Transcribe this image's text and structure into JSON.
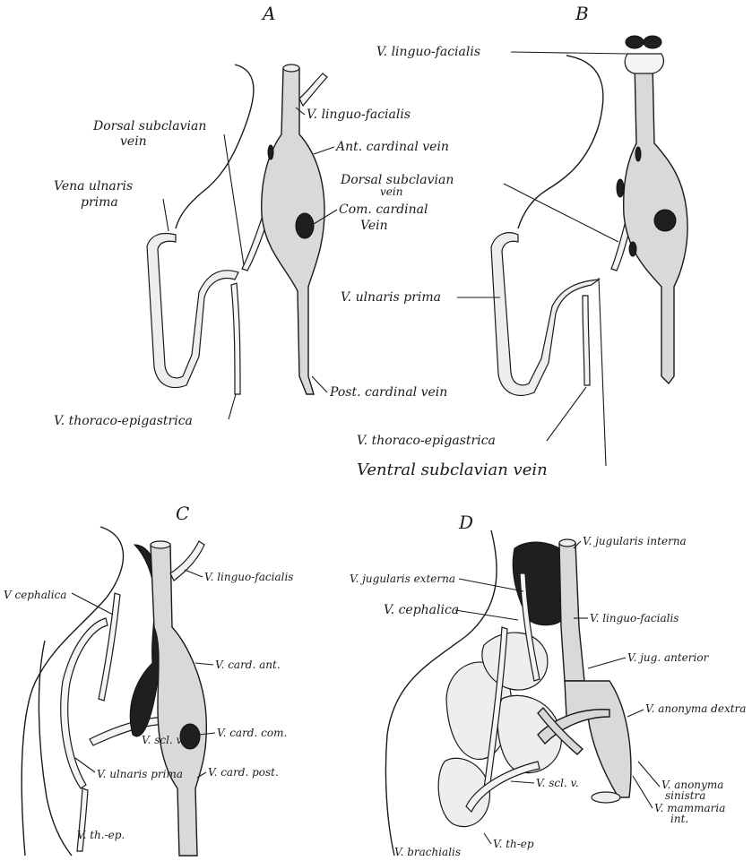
{
  "panels": {
    "A": {
      "letter": "A",
      "labels": {
        "linguo_facialis": "V. linguo-facialis",
        "dorsal_subclavian": "Dorsal subclavian",
        "dorsal_subclavian_2": "vein",
        "ant_cardinal": "Ant. cardinal vein",
        "vena_ulnaris": "Vena ulnaris",
        "vena_ulnaris_2": "prima",
        "com_cardinal": "Com. cardinal",
        "com_cardinal_2": "Vein",
        "post_cardinal": "Post. cardinal vein",
        "thoraco": "V. thoraco-epigastrica"
      }
    },
    "B": {
      "letter": "B",
      "labels": {
        "linguo_facialis": "V. linguo-facialis",
        "dorsal_subclavian": "Dorsal subclavian",
        "dorsal_subclavian_2": "vein",
        "ulnaris": "V. ulnaris prima",
        "thoraco": "V. thoraco-epigastrica",
        "ventral_subclavian": "Ventral subclavian vein"
      }
    },
    "C": {
      "letter": "C",
      "labels": {
        "cephalica": "V cephalica",
        "linguo_facialis": "V. linguo-facialis",
        "card_ant": "V. card. ant.",
        "scl_v": "V. scl. v.",
        "card_com": "V. card. com.",
        "ulnaris": "V. ulnaris prima",
        "card_post": "V. card. post.",
        "th_ep": "V. th.-ep."
      }
    },
    "D": {
      "letter": "D",
      "labels": {
        "jug_interna": "V. jugularis interna",
        "jug_externa": "V. jugularis externa",
        "cephalica": "V. cephalica",
        "linguo_facialis": "V. linguo-facialis",
        "jug_anterior": "V. jug. anterior",
        "anonyma_dextra": "V. anonyma dextra",
        "scl_v": "V. scl. v.",
        "anonyma_sinistra": "V. anonyma",
        "anonyma_sinistra_2": "sinistra",
        "mammaria": "V. mammaria",
        "mammaria_2": "int.",
        "brachialis": "V. brachialis",
        "th_ep": "V. th-ep"
      }
    }
  }
}
